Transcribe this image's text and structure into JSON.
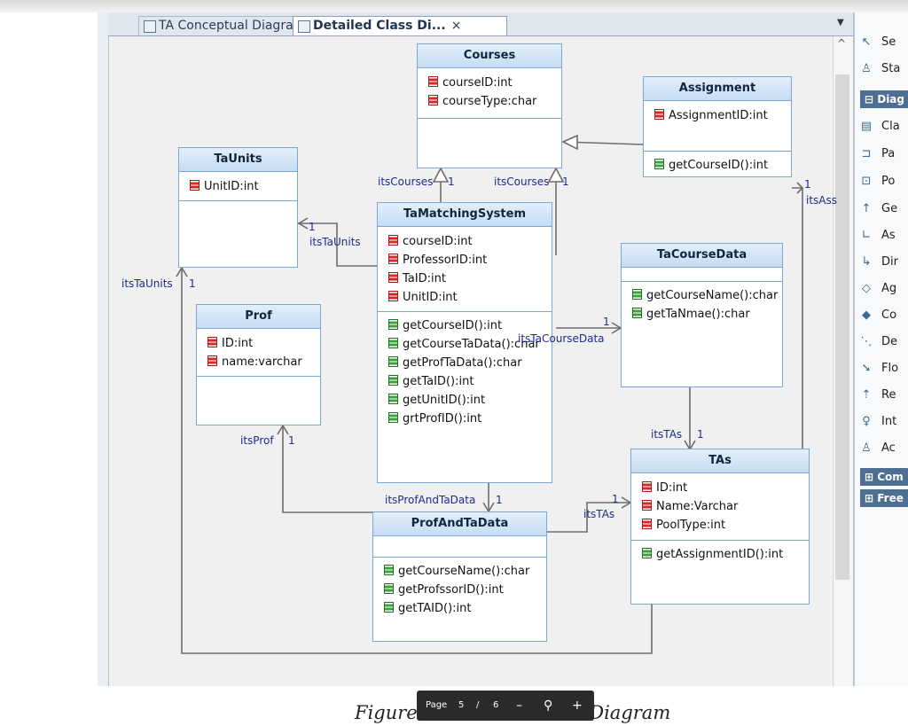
{
  "tabs": [
    {
      "label": "TA Conceptual Diagra..."
    },
    {
      "label": "Detailed Class Di...",
      "close": "×"
    }
  ],
  "palette": {
    "items_top": [
      {
        "label": "Se",
        "icon": "pointer-icon"
      },
      {
        "label": "Sta",
        "icon": "stamp-icon"
      }
    ],
    "section_diagram": "Diag",
    "items": [
      {
        "label": "Cla",
        "icon": "class-icon"
      },
      {
        "label": "Pa",
        "icon": "package-icon"
      },
      {
        "label": "Po",
        "icon": "port-icon"
      },
      {
        "label": "Ge",
        "icon": "generalization-icon"
      },
      {
        "label": "As",
        "icon": "association-icon"
      },
      {
        "label": "Dir",
        "icon": "directed-association-icon"
      },
      {
        "label": "Ag",
        "icon": "aggregation-icon"
      },
      {
        "label": "Co",
        "icon": "composition-icon"
      },
      {
        "label": "De",
        "icon": "dependency-icon"
      },
      {
        "label": "Flo",
        "icon": "flow-icon"
      },
      {
        "label": "Re",
        "icon": "realization-icon"
      },
      {
        "label": "Int",
        "icon": "interface-icon"
      },
      {
        "label": "Ac",
        "icon": "actor-icon"
      }
    ],
    "section_common": "Com",
    "section_free": "Free"
  },
  "classes": {
    "courses": {
      "name": "Courses",
      "attrs": [
        "courseID:int",
        "courseType:char"
      ]
    },
    "assignment": {
      "name": "Assignment",
      "attrs": [
        "AssignmentID:int"
      ],
      "ops": [
        "getCourseID():int"
      ]
    },
    "taunits": {
      "name": "TaUnits",
      "attrs": [
        "UnitID:int"
      ]
    },
    "tamatching": {
      "name": "TaMatchingSystem",
      "attrs": [
        "courseID:int",
        "ProfessorID:int",
        "TaID:int",
        "UnitID:int"
      ],
      "ops": [
        "getCourseID():int",
        "getCourseTaData():char",
        "getProfTaData():char",
        "getTaID():int",
        "getUnitID():int",
        "grtProfID():int"
      ]
    },
    "tacoursedata": {
      "name": "TaCourseData",
      "ops": [
        "getCourseName():char",
        "getTaNmae():char"
      ]
    },
    "prof": {
      "name": "Prof",
      "attrs": [
        "ID:int",
        "name:varchar"
      ]
    },
    "tas": {
      "name": "TAs",
      "attrs": [
        "ID:int",
        "Name:Varchar",
        "PoolType:int"
      ],
      "ops": [
        "getAssignmentID():int"
      ]
    },
    "profandtadata": {
      "name": "ProfAndTaData",
      "ops": [
        "getCourseName():char",
        "getProfssorID():int",
        "getTAID():int"
      ]
    }
  },
  "labels": {
    "its_courses_a": "itsCourses",
    "its_courses_a_mult": "1",
    "its_courses_b": "itsCourses",
    "its_courses_b_mult": "1",
    "its_ta_units_near": "itsTaUnits",
    "its_ta_units_near_mult": "1",
    "its_ta_units_far": "itsTaUnits",
    "its_ta_units_far_mult": "1",
    "its_ta_course_data": "itsTaCourseData",
    "its_ta_course_data_mult": "1",
    "its_tas_top": "itsTAs",
    "its_tas_top_mult": "1",
    "its_prof": "itsProf",
    "its_prof_mult": "1",
    "its_prof_and_ta_data": "itsProfAndTaData",
    "its_prof_and_ta_data_mult": "1",
    "its_tas_bottom": "itsTAs",
    "its_tas_bottom_mult": "1",
    "its_ass": "itsAss",
    "its_ass_mult": "1"
  },
  "caption": "Figure 2: Detailed Class Diagram",
  "pagebar": {
    "label": "Page",
    "current": "5",
    "separator": "/",
    "total": "6",
    "zoom_out": "–",
    "zoom_icon": "⚲",
    "zoom_in": "+"
  }
}
